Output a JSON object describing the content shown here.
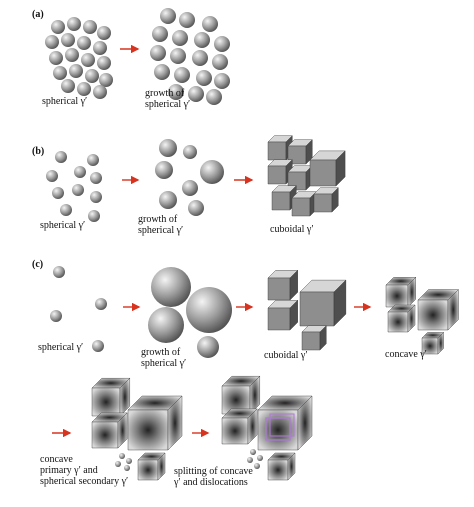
{
  "colors": {
    "arrow": "#d8331f",
    "sphere_light": "#f4f4f4",
    "sphere_dark": "#4a4a4a",
    "cube_top": "#d6d6d6",
    "cube_left": "#8e8e8e",
    "cube_right": "#4e4e4e",
    "dislocation": "#b07ad8"
  },
  "panels": {
    "a": {
      "tag": "(a)",
      "labels": {
        "spherical": [
          "spherical γ′"
        ],
        "growth": [
          "growth of",
          "spherical γ′"
        ]
      }
    },
    "b": {
      "tag": "(b)",
      "labels": {
        "spherical": [
          "spherical γ′"
        ],
        "growth": [
          "growth of",
          "spherical γ′"
        ],
        "cuboidal": [
          "cuboidal γ′"
        ]
      }
    },
    "c": {
      "tag": "(c)",
      "labels": {
        "spherical": [
          "spherical γ′"
        ],
        "growth": [
          "growth of",
          "spherical γ′"
        ],
        "cuboidal": [
          "cuboidal γ′"
        ],
        "concave": [
          "concave γ′"
        ],
        "primary": [
          "concave",
          "primary γ′ and",
          "spherical secondary γ′"
        ],
        "splitting": [
          "splitting of concave",
          "γ′ and dislocations"
        ]
      }
    }
  }
}
